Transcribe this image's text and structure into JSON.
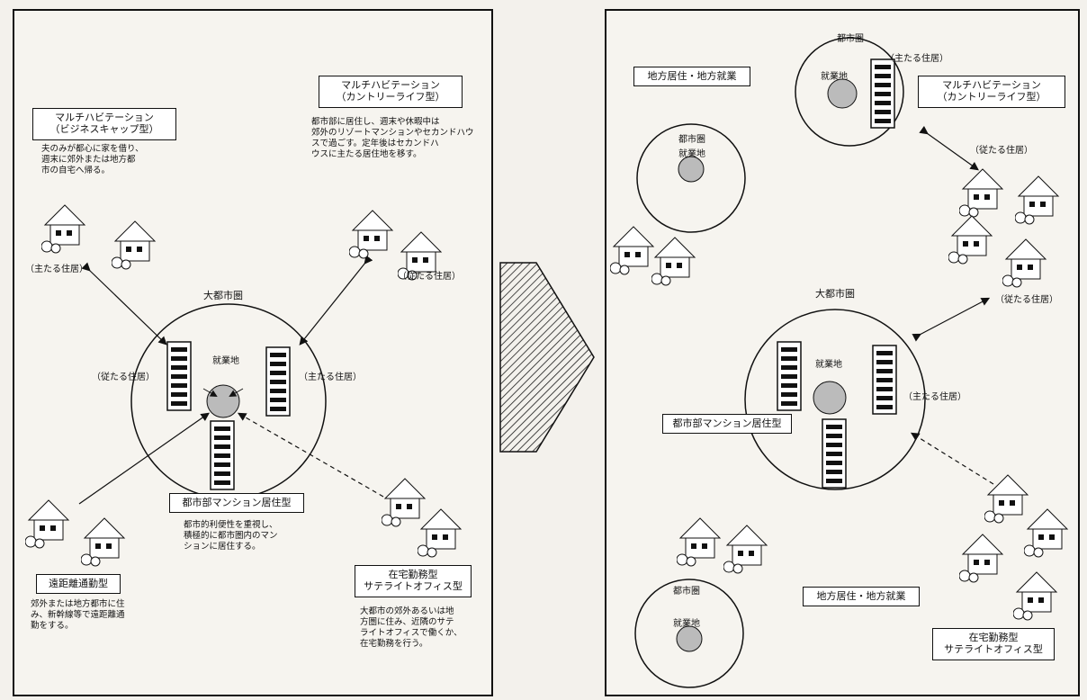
{
  "left": {
    "multi_business": {
      "title": "マルチハビテーション\n（ビジネスキャップ型）",
      "desc": "夫のみが都心に家を借り、\n週末に郊外または地方都\n市の自宅へ帰る。"
    },
    "multi_country": {
      "title": "マルチハビテーション\n（カントリーライフ型）",
      "desc": "都市部に居住し、週末や休暇中は\n郊外のリゾートマンションやセカンドハウ\nスで過ごす。定年後はセカンドハ\nウスに主たる居住地を移す。"
    },
    "main_residence_1": "（主たる住居）",
    "secondary_residence_1": "（従たる住居）",
    "big_city": "大都市圏",
    "workplace": "就業地",
    "secondary_residence_2": "（従たる住居）",
    "main_residence_2": "（主たる住居）",
    "mansion": {
      "title": "都市部マンション居住型",
      "desc": "都市的利便性を重視し、\n積極的に都市圏内のマン\nションに居住する。"
    },
    "long_commute": {
      "title": "遠距離通勤型",
      "desc": "郊外または地方都市に住\nみ、新幹線等で遠距離通\n勤をする。"
    },
    "telework": {
      "title": "在宅勤務型\nサテライトオフィス型",
      "desc": "大都市の郊外あるいは地\n方圏に住み、近隣のサテ\nライトオフィスで働くか、\n在宅勤務を行う。"
    }
  },
  "right": {
    "local_top": "地方居住・地方就業",
    "city_area_1": "都市圏",
    "workplace_1": "就業地",
    "city_area_2": "都市圏",
    "workplace_2": "就業地",
    "main_residence_1": "（主たる住居）",
    "multi_country": "マルチハビテーション\n（カントリーライフ型）",
    "secondary_residence_1": "（従たる住居）",
    "secondary_residence_2": "（従たる住居）",
    "big_city": "大都市圏",
    "workplace_3": "就業地",
    "main_residence_2": "（主たる住居）",
    "mansion": "都市部マンション居住型",
    "city_area_3": "都市圏",
    "workplace_4": "就業地",
    "local_bottom": "地方居住・地方就業",
    "telework": "在宅勤務型\nサテライトオフィス型"
  }
}
